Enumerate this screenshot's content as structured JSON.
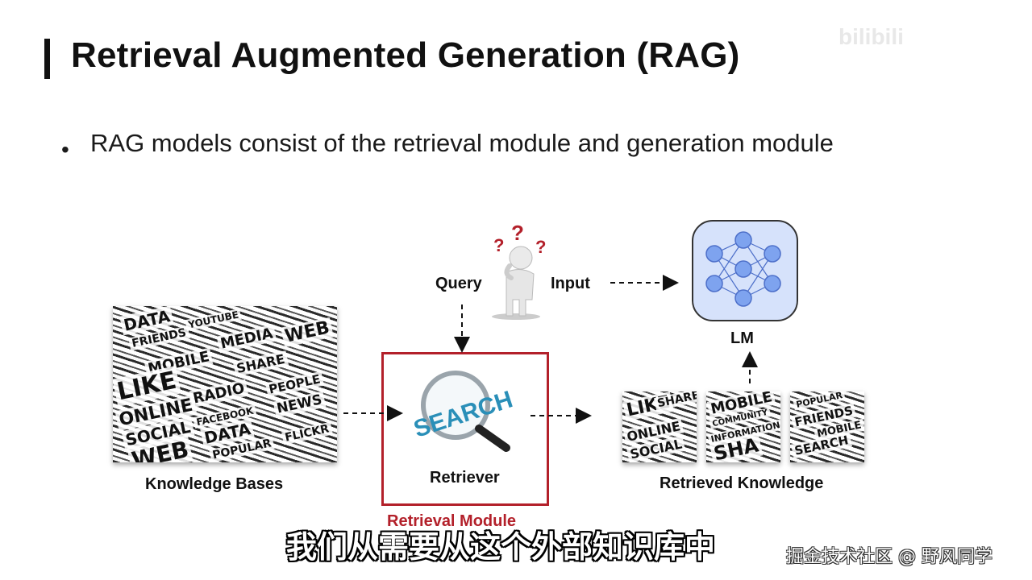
{
  "slide": {
    "title": "Retrieval Augmented Generation (RAG)",
    "bullet": "RAG models consist of the retrieval module and generation module"
  },
  "diagram": {
    "query_label": "Query",
    "input_label": "Input",
    "lm_label": "LM",
    "knowledge_bases_label": "Knowledge Bases",
    "retriever_label": "Retriever",
    "retrieval_module_label": "Retrieval Module",
    "retrieved_knowledge_label": "Retrieved Knowledge",
    "search_text": "SEARCH",
    "question_marks": [
      "?",
      "?",
      "?"
    ]
  },
  "collage_words": {
    "knowledge_bases": [
      "DATA",
      "YOUTUBE",
      "FRIENDS",
      "MEDIA",
      "WEB",
      "MOBILE",
      "SHARE",
      "LIKE",
      "PEOPLE",
      "RADIO",
      "NEWS",
      "ONLINE",
      "SOCIAL",
      "FACEBOOK",
      "DATA",
      "POPULAR",
      "FLICKR",
      "WEB"
    ],
    "retrieved_1": [
      "LIKE",
      "SHARE",
      "ONLINE",
      "SOCIAL"
    ],
    "retrieved_2": [
      "MOBILE",
      "COMMUNITY",
      "INFORMATION",
      "SHA"
    ],
    "retrieved_3": [
      "POPULAR",
      "FRIENDS",
      "MOBILE",
      "SEARCH"
    ]
  },
  "overlay": {
    "subtitle": "我们从需要从这个外部知识库中",
    "credit": "掘金技术社区 @ 野风同学"
  },
  "colors": {
    "accent_red": "#b3202a",
    "lm_fill": "#d6e2fb",
    "node_fill": "#7ea3ef",
    "search_blue": "#2a8fb8"
  }
}
